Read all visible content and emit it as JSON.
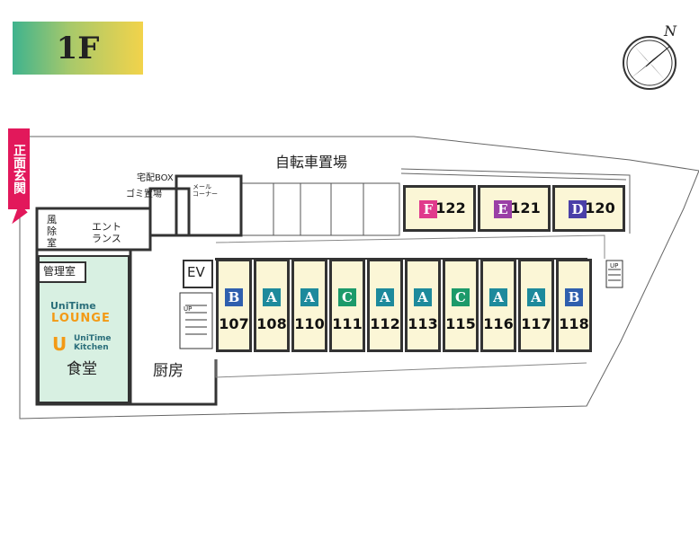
{
  "floor_label": "1F",
  "entrance": "正面玄関",
  "compass_letter": "N",
  "areas": {
    "bicycle_parking": "自転車置場",
    "delivery_box": "宅配BOX",
    "garbage": "ゴミ置場",
    "mail_corner": "メール\nコーナー",
    "windbreak": "風\n除\n室",
    "entrance_hall": "エント\nランス",
    "manager": "管理室",
    "dining": "食堂",
    "kitchen": "厨房",
    "ev": "EV",
    "up_main": "UP",
    "up_side": "UP"
  },
  "lounge": {
    "brand_line1": "UniTime",
    "brand_line2": "LOUNGE",
    "kitchen_line1": "UniTime",
    "kitchen_line2": "Kitchen"
  },
  "rooms_upper": [
    {
      "type": "F",
      "number": "122",
      "color": "#e03a8c"
    },
    {
      "type": "E",
      "number": "121",
      "color": "#9a3fa6"
    },
    {
      "type": "D",
      "number": "120",
      "color": "#4a3fa8"
    }
  ],
  "rooms_lower": [
    {
      "type": "B",
      "number": "107",
      "color": "#2f5fae"
    },
    {
      "type": "A",
      "number": "108",
      "color": "#1d8a9c"
    },
    {
      "type": "A",
      "number": "110",
      "color": "#1d8a9c"
    },
    {
      "type": "C",
      "number": "111",
      "color": "#1c9a6a"
    },
    {
      "type": "A",
      "number": "112",
      "color": "#1d8a9c"
    },
    {
      "type": "A",
      "number": "113",
      "color": "#1d8a9c"
    },
    {
      "type": "C",
      "number": "115",
      "color": "#1c9a6a"
    },
    {
      "type": "A",
      "number": "116",
      "color": "#1d8a9c"
    },
    {
      "type": "A",
      "number": "117",
      "color": "#1d8a9c"
    },
    {
      "type": "B",
      "number": "118",
      "color": "#2f5fae"
    }
  ],
  "colors": {
    "room_fill": "#fbf6d6",
    "lounge_fill": "#d8f0e2",
    "wall": "#333333",
    "badge_start": "#3fb38e",
    "badge_end": "#f2d34b",
    "entrance_tag": "#e2185b"
  }
}
